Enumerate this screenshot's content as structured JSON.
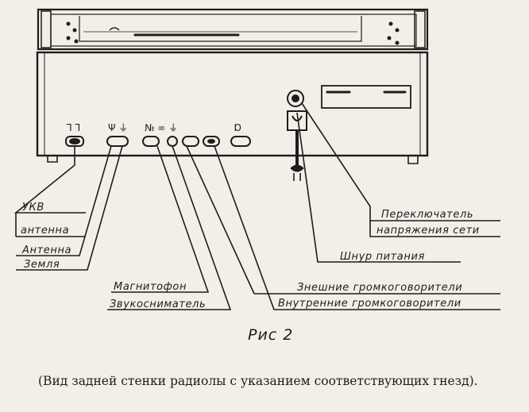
{
  "labels": {
    "ukv": "УКВ",
    "antenna_ukv": "антенна",
    "antenna": "Антенна",
    "ground": "Земля",
    "recorder": "Магнитофон",
    "pickup": "Звукосниматель",
    "switch_line1": "Переключатель",
    "switch_line2": "напряжения сети",
    "power_cord": "Шнур питания",
    "ext_speakers": "Знешние громкоговорители",
    "int_speakers": "Внутренние громкоговорители"
  },
  "jack_symbols": {
    "ukv": "Ꞁ Ꞁ",
    "antenna_ground": "Ψ ⏚",
    "recorder_pickup": "№ ∞ ⏚",
    "speaker": "Ɒ"
  },
  "figure_label": "Рис 2",
  "caption": "(Вид задней стенки радиолы с указанием соответствующих гнезд)."
}
